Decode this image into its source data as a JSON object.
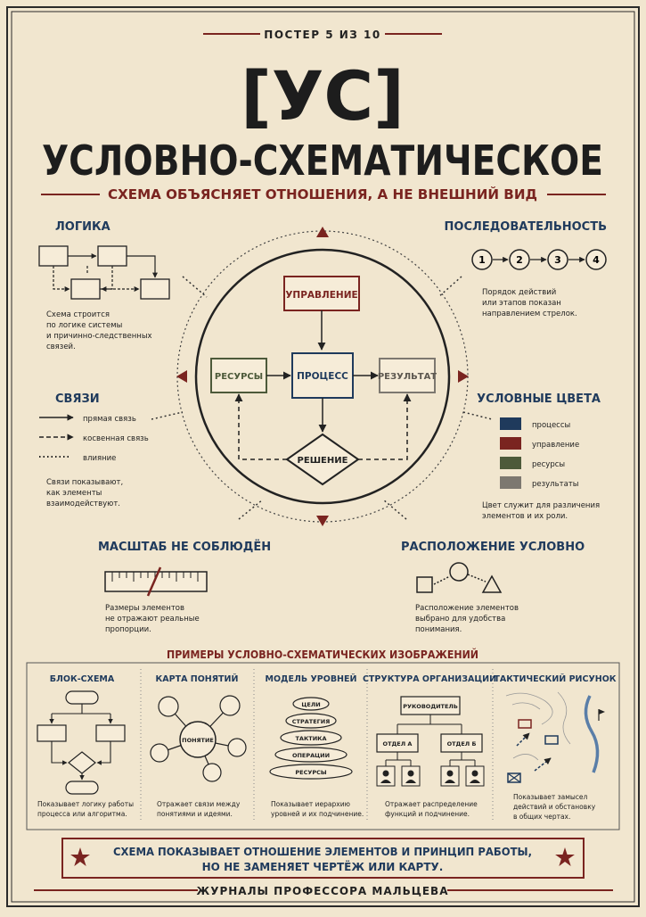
{
  "header": {
    "poster_label": "ПОСТЕР 5 ИЗ 10",
    "abbr": "[УС]",
    "title": "УСЛОВНО-СХЕМАТИЧЕСКОЕ",
    "subtitle": "СХЕМА ОБЪЯСНЯЕТ ОТНОШЕНИЯ, А НЕ ВНЕШНИЙ ВИД"
  },
  "colors": {
    "background": "#f1e6cf",
    "ink": "#222222",
    "red": "#7a2420",
    "blue": "#1f3a5c",
    "green": "#4d5a3a",
    "gray": "#7d7870"
  },
  "center": {
    "management": "УПРАВЛЕНИЕ",
    "resources": "РЕСУРСЫ",
    "process": "ПРОЦЕСС",
    "result": "РЕЗУЛЬТАТ",
    "decision": "РЕШЕНИЕ"
  },
  "logic": {
    "title": "ЛОГИКА",
    "text": [
      "Схема строится",
      "по логике системы",
      "и причинно-следственных",
      "связей."
    ]
  },
  "sequence": {
    "title": "ПОСЛЕДОВАТЕЛЬНОСТЬ",
    "steps": [
      "1",
      "2",
      "3",
      "4"
    ],
    "text": [
      "Порядок действий",
      "или этапов показан",
      "направлением стрелок."
    ]
  },
  "links": {
    "title": "СВЯЗИ",
    "items": [
      "прямая связь",
      "косвенная связь",
      "влияние"
    ],
    "text": [
      "Связи показывают,",
      "как элементы",
      "взаимодействуют."
    ]
  },
  "legend_colors": {
    "title": "УСЛОВНЫЕ ЦВЕТА",
    "items": [
      {
        "label": "процессы",
        "color": "#1f3a5c"
      },
      {
        "label": "управление",
        "color": "#7a2420"
      },
      {
        "label": "ресурсы",
        "color": "#4d5a3a"
      },
      {
        "label": "результаты",
        "color": "#7d7870"
      }
    ],
    "text": [
      "Цвет служит для различения",
      "элементов и их роли."
    ]
  },
  "scale": {
    "title": "МАСШТАБ НЕ СОБЛЮДЁН",
    "text": [
      "Размеры элементов",
      "не отражают реальные",
      "пропорции."
    ]
  },
  "layout_note": {
    "title": "РАСПОЛОЖЕНИЕ УСЛОВНО",
    "text": [
      "Расположение элементов",
      "выбрано для удобства",
      "понимания."
    ]
  },
  "examples": {
    "title": "ПРИМЕРЫ УСЛОВНО-СХЕМАТИЧЕСКИХ ИЗОБРАЖЕНИЙ",
    "flowchart": {
      "title": "БЛОК-СХЕМА",
      "text": [
        "Показывает логику работы",
        "процесса или алгоритма."
      ]
    },
    "concept_map": {
      "title": "КАРТА ПОНЯТИЙ",
      "center": "ПОНЯТИЕ",
      "text": [
        "Отражает связи между",
        "понятиями и идеями."
      ]
    },
    "levels": {
      "title": "МОДЕЛЬ УРОВНЕЙ",
      "items": [
        "ЦЕЛИ",
        "СТРАТЕГИЯ",
        "ТАКТИКА",
        "ОПЕРАЦИИ",
        "РЕСУРСЫ"
      ],
      "text": [
        "Показывает иерархию",
        "уровней и их подчинение."
      ]
    },
    "org": {
      "title": "СТРУКТУРА ОРГАНИЗАЦИИ",
      "head": "РУКОВОДИТЕЛЬ",
      "dept_a": "ОТДЕЛ А",
      "dept_b": "ОТДЕЛ Б",
      "text": [
        "Отражает распределение",
        "функций и подчинение."
      ]
    },
    "tactical": {
      "title": "ТАКТИЧЕСКИЙ РИСУНОК",
      "text": [
        "Показывает замысел",
        "действий и обстановку",
        "в общих чертах."
      ]
    }
  },
  "bottom_note": [
    "СХЕМА ПОКАЗЫВАЕТ ОТНОШЕНИЕ ЭЛЕМЕНТОВ И ПРИНЦИП РАБОТЫ,",
    "НО НЕ ЗАМЕНЯЕТ ЧЕРТЁЖ ИЛИ КАРТУ."
  ],
  "footer": "ЖУРНАЛЫ ПРОФЕССОРА МАЛЬЦЕВА"
}
